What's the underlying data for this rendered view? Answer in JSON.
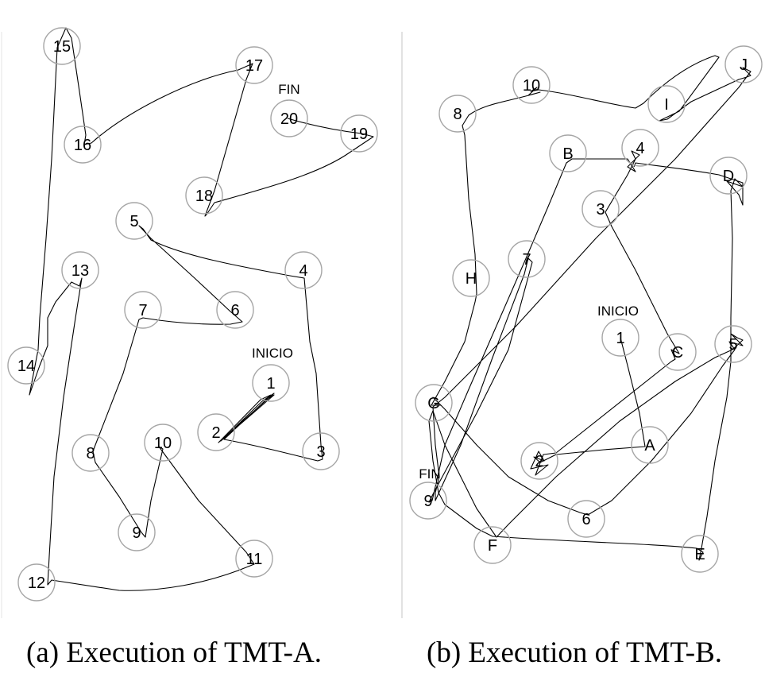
{
  "panels": [
    {
      "id": "a",
      "caption": "(a) Execution of TMT-A.",
      "start_label": "INICIO",
      "end_label": "FIN",
      "nodes": [
        "1",
        "2",
        "3",
        "4",
        "5",
        "6",
        "7",
        "8",
        "9",
        "10",
        "11",
        "12",
        "13",
        "14",
        "15",
        "16",
        "17",
        "18",
        "19",
        "20"
      ]
    },
    {
      "id": "b",
      "caption": "(b) Execution of TMT-B.",
      "start_label": "INICIO",
      "end_label": "FIN",
      "nodes": [
        "1",
        "A",
        "2",
        "B",
        "3",
        "C",
        "4",
        "D",
        "5",
        "E",
        "6",
        "F",
        "7",
        "G",
        "8",
        "H",
        "9",
        "I",
        "10",
        "J"
      ]
    }
  ],
  "colors": {
    "stroke": "#000000",
    "circle": "#a6a6a6",
    "divider": "#d9d9d9",
    "text": "#000000"
  }
}
